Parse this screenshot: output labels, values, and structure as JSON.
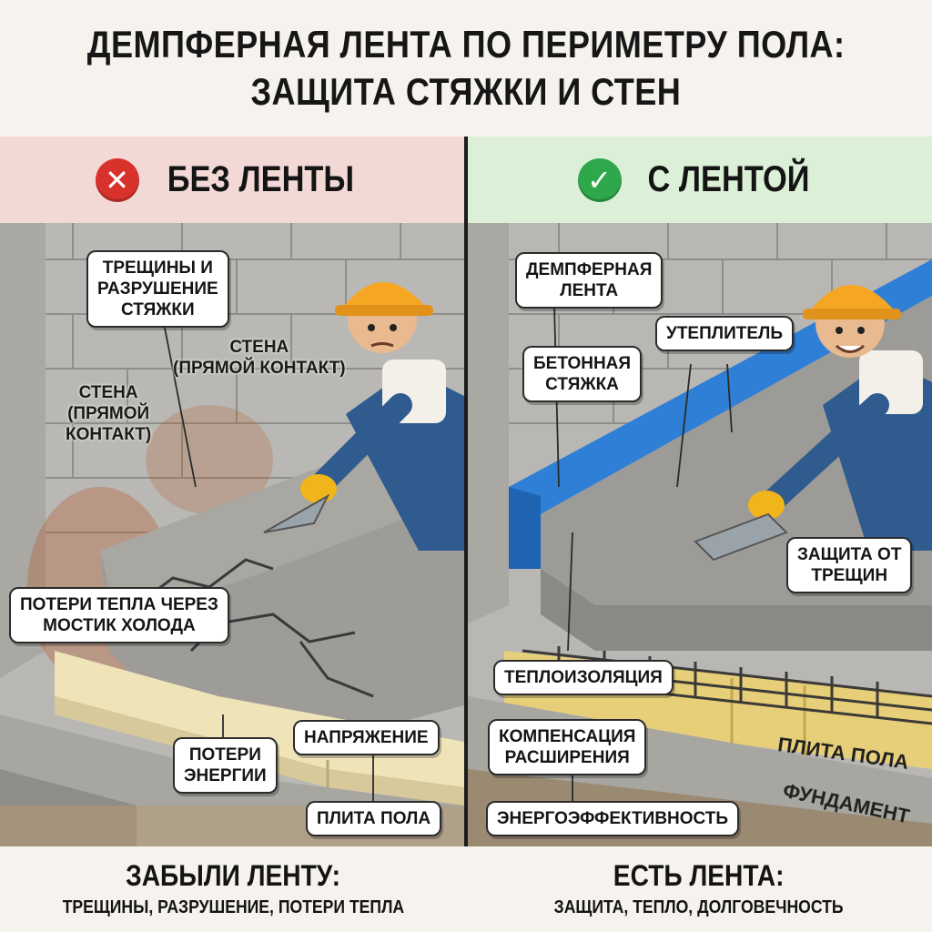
{
  "title": {
    "line1": "ДЕМПФЕРНАЯ ЛЕНТА ПО ПЕРИМЕТРУ ПОЛА:",
    "line2": "ЗАЩИТА СТЯЖКИ И СТЕН"
  },
  "left": {
    "heading": "БЕЗ ЛЕНТЫ",
    "icon": "cross-icon",
    "color": "#d8322c",
    "labels": {
      "cracks": "ТРЕЩИНЫ И\nРАЗРУШЕНИЕ\nСТЯЖКИ",
      "wall_right": "СТЕНА\n(ПРЯМОЙ КОНТАКТ)",
      "wall_left": "СТЕНА\n(ПРЯМОЙ\nКОНТАКТ)",
      "heat_loss": "ПОТЕРИ ТЕПЛА ЧЕРЕЗ\nМОСТИК ХОЛОДА",
      "stress": "НАПРЯЖЕНИЕ",
      "energy_loss": "ПОТЕРИ\nЭНЕРГИИ",
      "slab": "ПЛИТА ПОЛА"
    },
    "footer": {
      "title": "ЗАБЫЛИ ЛЕНТУ:",
      "subtitle": "ТРЕЩИНЫ, РАЗРУШЕНИЕ, ПОТЕРИ ТЕПЛА"
    }
  },
  "right": {
    "heading": "С ЛЕНТОЙ",
    "icon": "check-icon",
    "color": "#2ea84a",
    "labels": {
      "damper_tape": "ДЕМПФЕРНАЯ\nЛЕНТА",
      "insulation": "УТЕПЛИТЕЛЬ",
      "screed": "БЕТОННАЯ\nСТЯЖКА",
      "crack_protection": "ЗАЩИТА ОТ\nТРЕЩИН",
      "thermal_insulation": "ТЕПЛОИЗОЛЯЦИЯ",
      "expansion": "КОМПЕНСАЦИЯ\nРАСШИРЕНИЯ",
      "efficiency": "ЭНЕРГОЭФФЕКТИВНОСТЬ",
      "slab": "ПЛИТА ПОЛА",
      "foundation": "ФУНДАМЕНТ"
    },
    "footer": {
      "title": "ЕСТЬ ЛЕНТА:",
      "subtitle": "ЗАЩИТА, ТЕПЛО, ДОЛГОВЕЧНОСТЬ"
    }
  }
}
